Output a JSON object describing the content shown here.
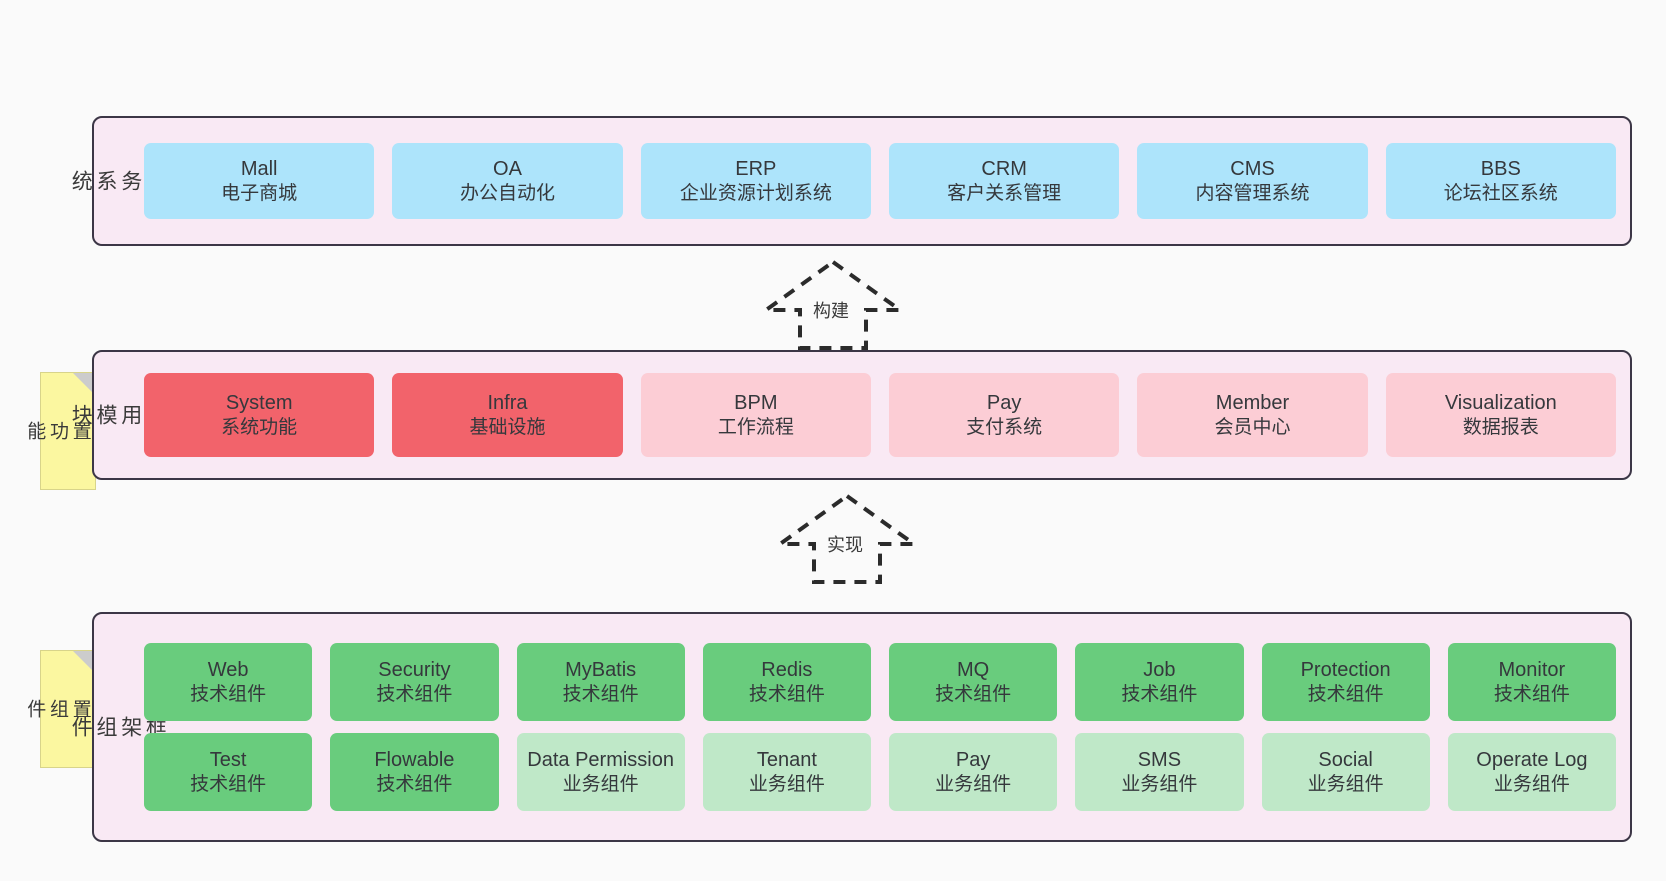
{
  "diagram": {
    "title_business": "业\n务\n系\n统",
    "title_modules": "通\n用\n模\n块",
    "title_framework": "框\n架\n组\n件"
  },
  "colors": {
    "band_bg": "#f9e9f4",
    "band_border": "#3c3646",
    "blue": "#ade4fb",
    "red": "#f2636b",
    "pink": "#fccdd5",
    "green": "#69cc7d",
    "green_light": "#bfe8c8",
    "sticky": "#fbf7a0",
    "canvas": "#fafafa"
  },
  "stickies": [
    {
      "label": "内\n置\n功\n能"
    },
    {
      "label": "内\n置\n组\n件"
    }
  ],
  "arrows": [
    {
      "label": "构建"
    },
    {
      "label": "实现"
    }
  ],
  "business_systems": [
    {
      "name": "Mall",
      "sub": "电子商城"
    },
    {
      "name": "OA",
      "sub": "办公自动化"
    },
    {
      "name": "ERP",
      "sub": "企业资源计划系统"
    },
    {
      "name": "CRM",
      "sub": "客户关系管理"
    },
    {
      "name": "CMS",
      "sub": "内容管理系统"
    },
    {
      "name": "BBS",
      "sub": "论坛社区系统"
    }
  ],
  "common_modules": [
    {
      "name": "System",
      "sub": "系统功能",
      "tone": "red"
    },
    {
      "name": "Infra",
      "sub": "基础设施",
      "tone": "red"
    },
    {
      "name": "BPM",
      "sub": "工作流程",
      "tone": "pink"
    },
    {
      "name": "Pay",
      "sub": "支付系统",
      "tone": "pink"
    },
    {
      "name": "Member",
      "sub": "会员中心",
      "tone": "pink"
    },
    {
      "name": "Visualization",
      "sub": "数据报表",
      "tone": "pink"
    }
  ],
  "framework_row1": [
    {
      "name": "Web",
      "sub": "技术组件",
      "tone": "green"
    },
    {
      "name": "Security",
      "sub": "技术组件",
      "tone": "green"
    },
    {
      "name": "MyBatis",
      "sub": "技术组件",
      "tone": "green"
    },
    {
      "name": "Redis",
      "sub": "技术组件",
      "tone": "green"
    },
    {
      "name": "MQ",
      "sub": "技术组件",
      "tone": "green"
    },
    {
      "name": "Job",
      "sub": "技术组件",
      "tone": "green"
    },
    {
      "name": "Protection",
      "sub": "技术组件",
      "tone": "green"
    },
    {
      "name": "Monitor",
      "sub": "技术组件",
      "tone": "green"
    }
  ],
  "framework_row2": [
    {
      "name": "Test",
      "sub": "技术组件",
      "tone": "green"
    },
    {
      "name": "Flowable",
      "sub": "技术组件",
      "tone": "green"
    },
    {
      "name": "Data Permission",
      "sub": "业务组件",
      "tone": "green-light"
    },
    {
      "name": "Tenant",
      "sub": "业务组件",
      "tone": "green-light"
    },
    {
      "name": "Pay",
      "sub": "业务组件",
      "tone": "green-light"
    },
    {
      "name": "SMS",
      "sub": "业务组件",
      "tone": "green-light"
    },
    {
      "name": "Social",
      "sub": "业务组件",
      "tone": "green-light"
    },
    {
      "name": "Operate Log",
      "sub": "业务组件",
      "tone": "green-light"
    }
  ]
}
